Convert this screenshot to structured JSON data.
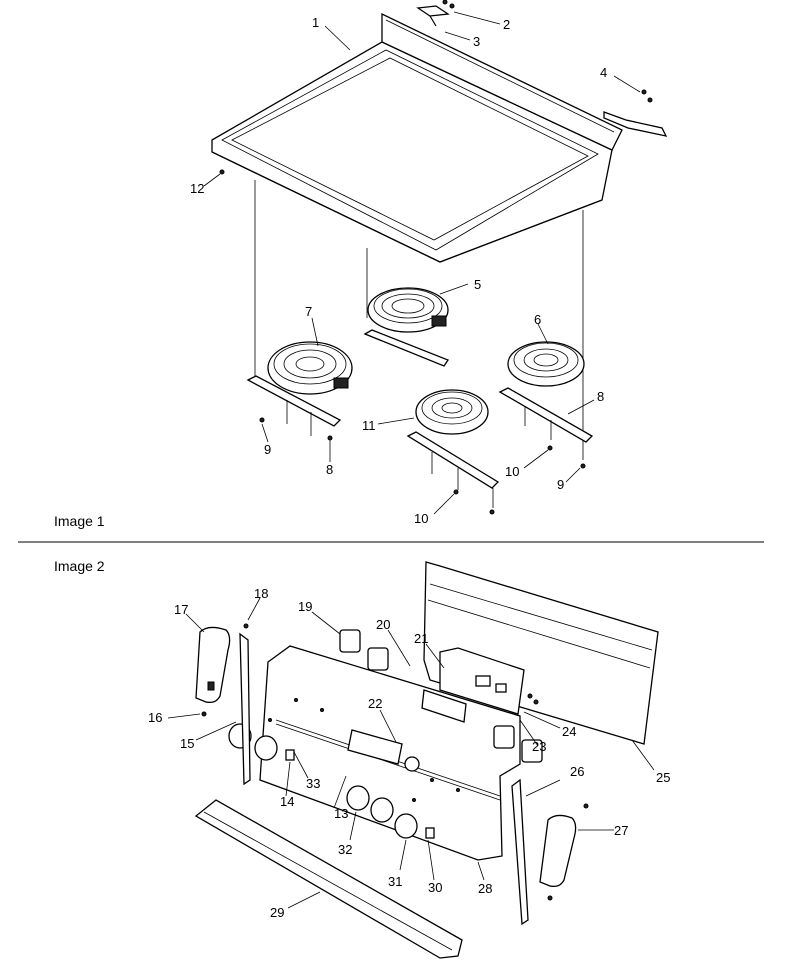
{
  "captions": {
    "image1": "Image 1",
    "image2": "Image 2"
  },
  "image1_labels": {
    "p1": "1",
    "p2": "2",
    "p3": "3",
    "p4": "4",
    "p5": "5",
    "p6": "6",
    "p7": "7",
    "p8a": "8",
    "p8b": "8",
    "p9a": "9",
    "p9b": "9",
    "p10a": "10",
    "p10b": "10",
    "p11": "11",
    "p12": "12"
  },
  "image2_labels": {
    "p13": "13",
    "p14": "14",
    "p15": "15",
    "p16": "16",
    "p17": "17",
    "p18": "18",
    "p19": "19",
    "p20": "20",
    "p21": "21",
    "p22": "22",
    "p23": "23",
    "p24": "24",
    "p25": "25",
    "p26": "26",
    "p27": "27",
    "p28": "28",
    "p29": "29",
    "p30": "30",
    "p31": "31",
    "p32": "32",
    "p33": "33"
  }
}
